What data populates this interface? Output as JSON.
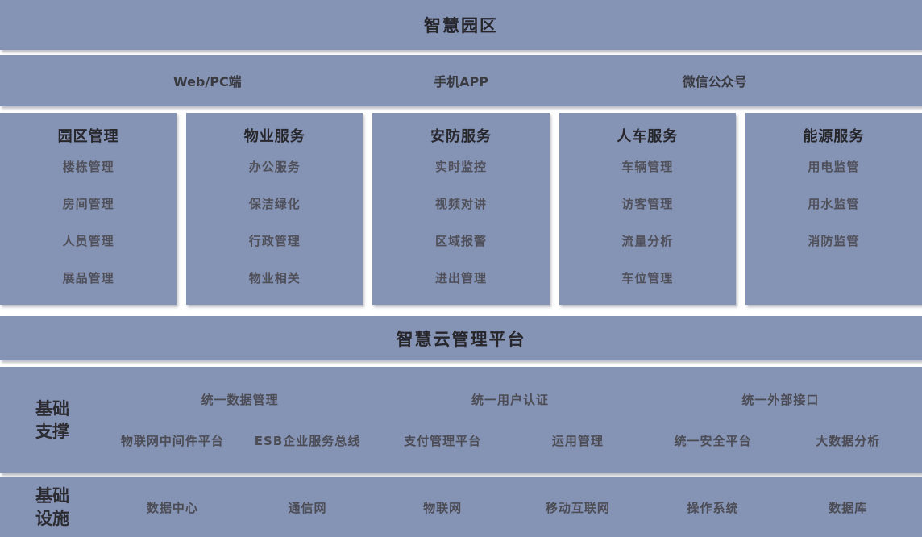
{
  "colors": {
    "block_fill": "#8593b4",
    "title_text": "#26262b",
    "item_text": "#50505a",
    "page_background": "#ffffff"
  },
  "header": {
    "title": "智慧园区"
  },
  "access_layer": {
    "items": [
      "Web/PC端",
      "手机APP",
      "微信公众号"
    ]
  },
  "service_columns": [
    {
      "title": "园区管理",
      "items": [
        "楼栋管理",
        "房间管理",
        "人员管理",
        "展品管理"
      ]
    },
    {
      "title": "物业服务",
      "items": [
        "办公服务",
        "保洁绿化",
        "行政管理",
        "物业相关"
      ]
    },
    {
      "title": "安防服务",
      "items": [
        "实时监控",
        "视频对讲",
        "区域报警",
        "进出管理"
      ]
    },
    {
      "title": "人车服务",
      "items": [
        "车辆管理",
        "访客管理",
        "流量分析",
        "车位管理"
      ]
    },
    {
      "title": "能源服务",
      "items": [
        "用电监管",
        "用水监管",
        "消防监管"
      ]
    }
  ],
  "platform": {
    "title": "智慧云管理平台"
  },
  "support_layer": {
    "label": "基础支撑",
    "row1": [
      "统一数据管理",
      "统一用户认证",
      "统一外部接口"
    ],
    "row2": [
      "物联网中间件平台",
      "ESB企业服务总线",
      "支付管理平台",
      "运用管理",
      "统一安全平台",
      "大数据分析"
    ]
  },
  "infrastructure_layer": {
    "label": "基础设施",
    "items": [
      "数据中心",
      "通信网",
      "物联网",
      "移动互联网",
      "操作系统",
      "数据库"
    ]
  }
}
